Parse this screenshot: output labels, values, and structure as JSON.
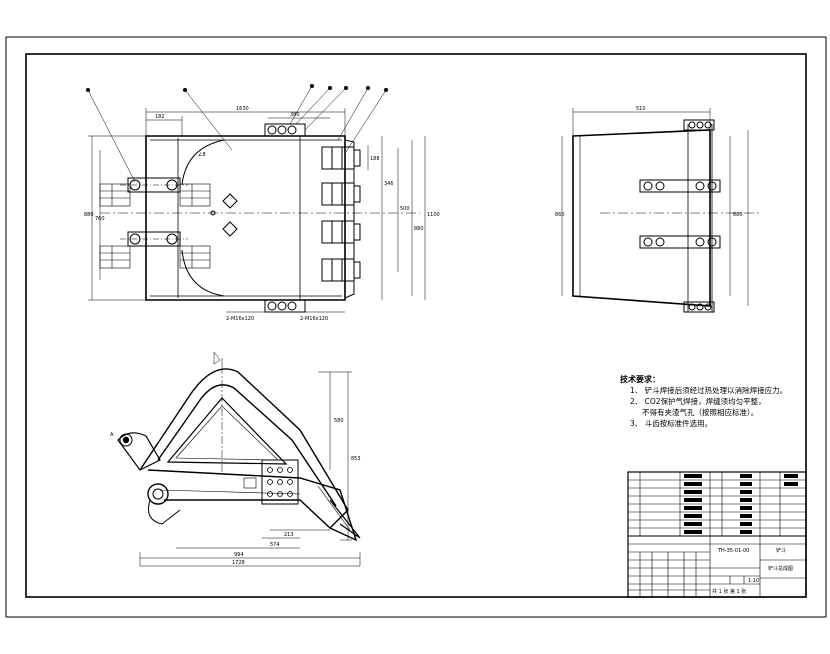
{
  "notes": {
    "title": "技术要求：",
    "items": [
      "1、 铲斗焊接后须经过热处理以消除焊接应力。",
      "2、 CO2保护气焊接，焊缝须均匀平整，",
      "3、 斗齿按标准件选用。"
    ],
    "item2_cont": "不得有夹渣气孔（按照相应标准）。"
  },
  "titleblock": {
    "drawing_no": "TH-35-01-00",
    "name": "铲斗",
    "assembly": "铲斗总成图",
    "scale": "1:10",
    "sheet": "共 1 张 第 1 张"
  },
  "dims": {
    "top_width": "1630",
    "top_left_offset": "182",
    "top_lug_width": "380",
    "right_v1": "188",
    "right_v2": "346",
    "right_v3": "500",
    "right_v4": "880",
    "right_v5": "1100",
    "left_h1": "880",
    "left_h2": "760",
    "side_width": "510",
    "side_h": "860",
    "side_h2": "680",
    "bottom_b1": "213",
    "bottom_b2": "574",
    "bottom_b3": "994",
    "bottom_b4": "1728",
    "vertical_v1": "580",
    "vertical_v2": "853",
    "section_label": "A",
    "weld_note": "∠8",
    "bottom_weld1": "2-M16x120",
    "bottom_weld2": "2-M16x120"
  }
}
